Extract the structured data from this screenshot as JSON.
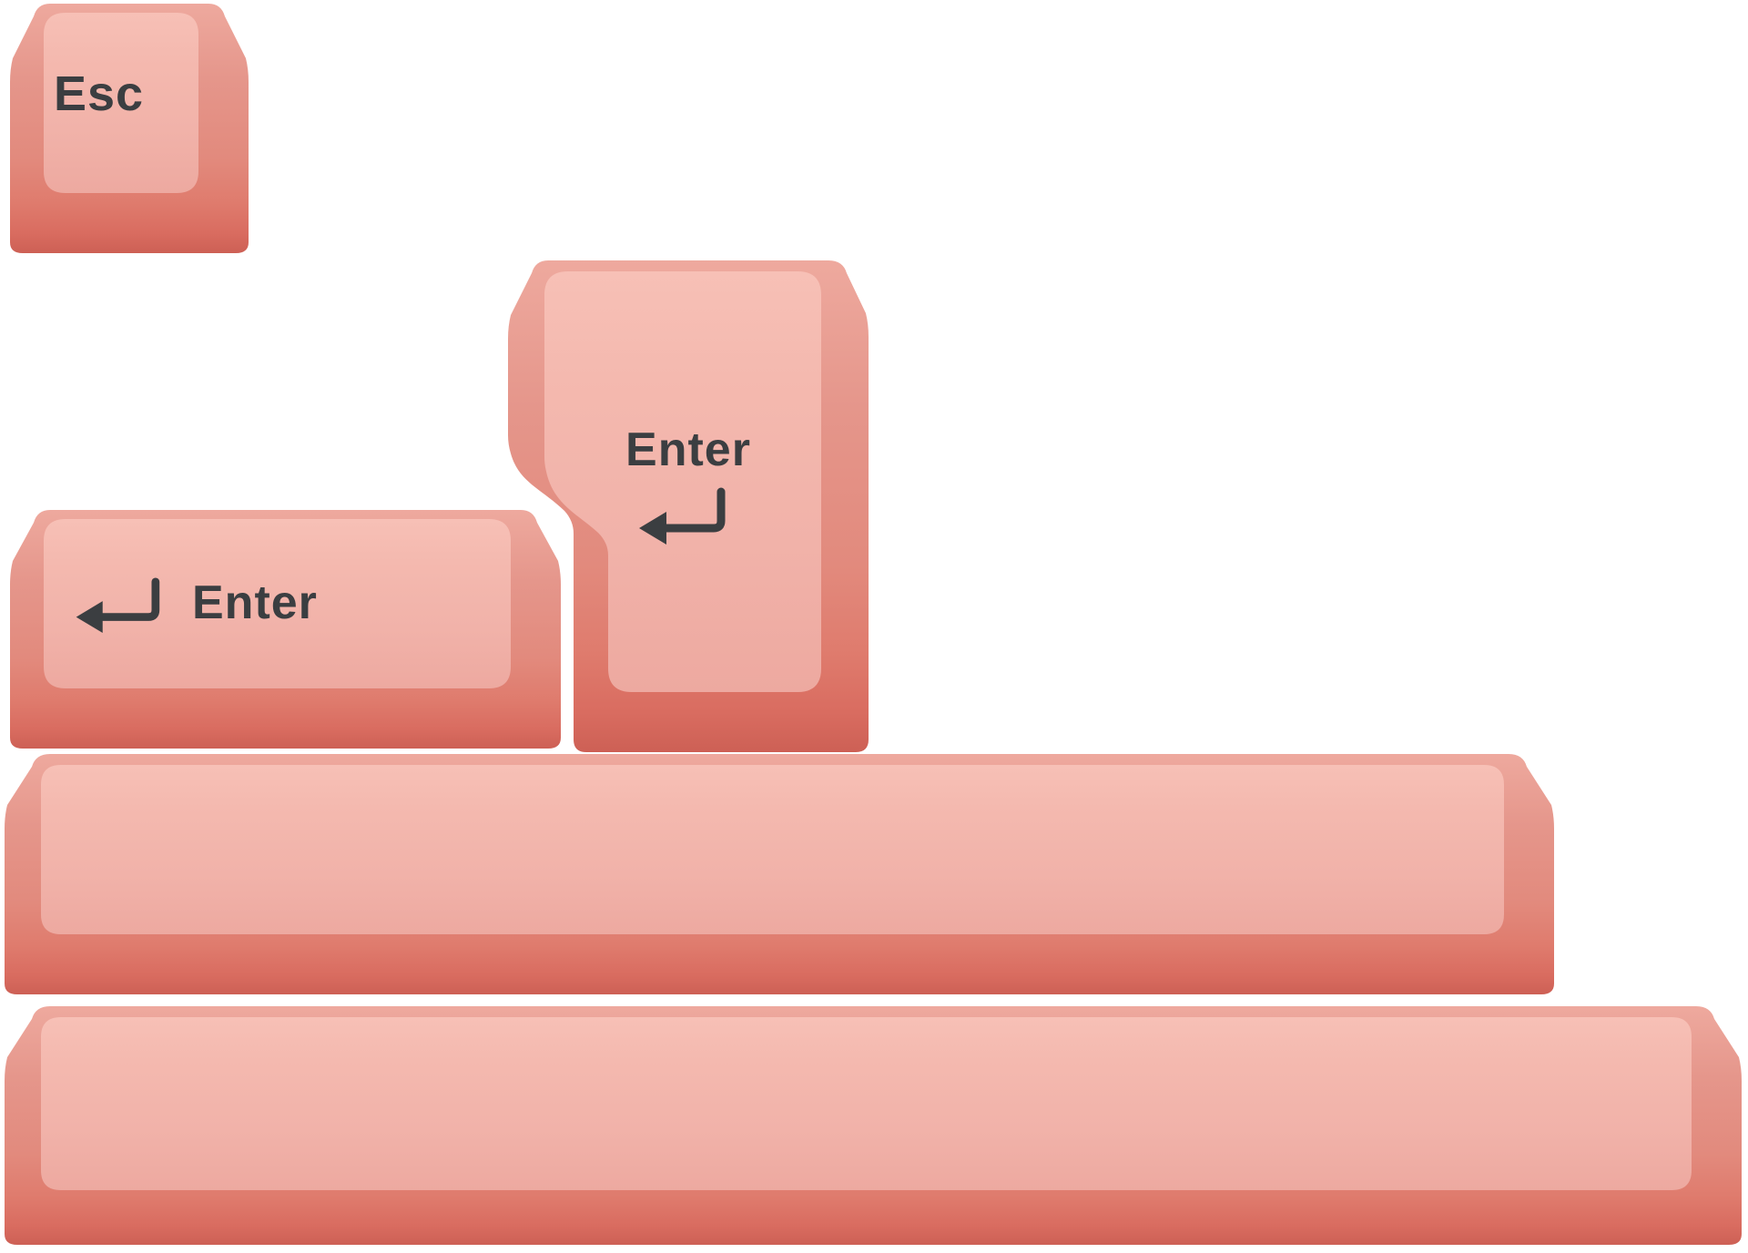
{
  "photo": {
    "description": "pink-keycap-set-on-white",
    "background": "#ffffff"
  },
  "colors": {
    "background": "#ffffff",
    "face": "#f1b2a9",
    "face_light": "#f7c0b6",
    "face_low": "#eda9a0",
    "side_top": "#eea99e",
    "side": "#e5968b",
    "side_low": "#df7b6d",
    "bottom_edge": "#cd6055",
    "legend": "#3b3e41"
  },
  "keycaps": {
    "esc": {
      "legend": "Esc"
    },
    "iso_enter": {
      "legend": "Enter",
      "icon": "return-arrow"
    },
    "ansi_enter": {
      "legend": "Enter",
      "icon": "return-arrow"
    },
    "spacebar_long": {
      "legend": ""
    },
    "spacebar_xlong": {
      "legend": ""
    }
  }
}
